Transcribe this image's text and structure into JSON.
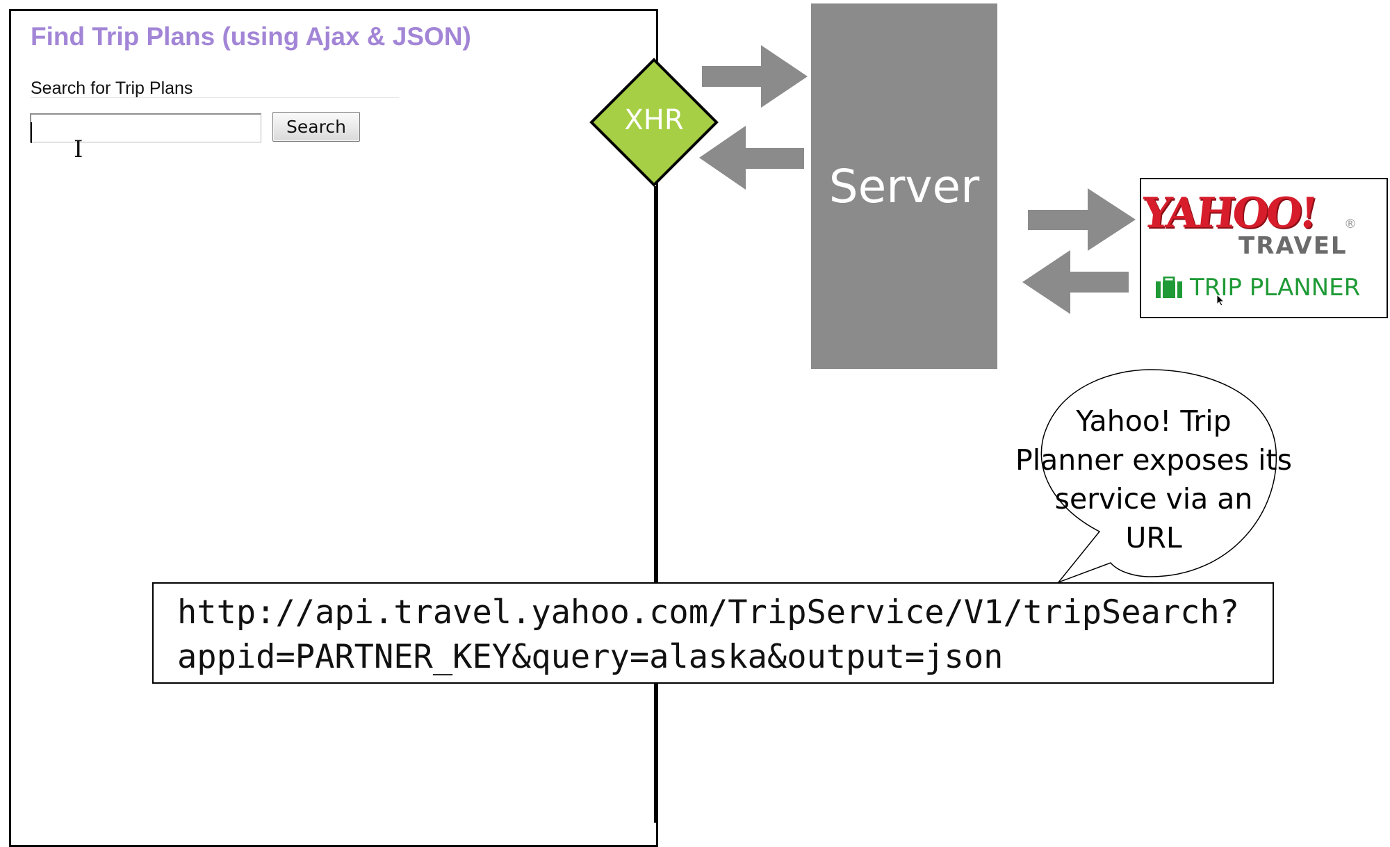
{
  "browser": {
    "page_title": "Find Trip Plans (using Ajax & JSON)",
    "search_heading": "Search for Trip Plans",
    "search_input": {
      "value": "",
      "placeholder": ""
    },
    "search_button_label": "Search"
  },
  "xhr": {
    "label": "XHR",
    "color": "#a6cf45"
  },
  "server": {
    "label": "Server",
    "color": "#8a8b8a"
  },
  "arrow_color": "#8a8b8a",
  "yahoo_logo": {
    "wordmark": "YAHOO!",
    "registered_mark": "®",
    "travel": "TRAVEL",
    "planner": "TRIP PLANNER",
    "wordmark_color": "#d71d2b",
    "planner_color": "#1f9a36"
  },
  "callout": {
    "lines": [
      "Yahoo! Trip",
      "Planner exposes its",
      "service via an",
      "URL"
    ]
  },
  "url_box": {
    "line1": "http://api.travel.yahoo.com/TripService/V1/tripSearch?",
    "line2": "appid=PARTNER_KEY&query=alaska&output=json"
  }
}
